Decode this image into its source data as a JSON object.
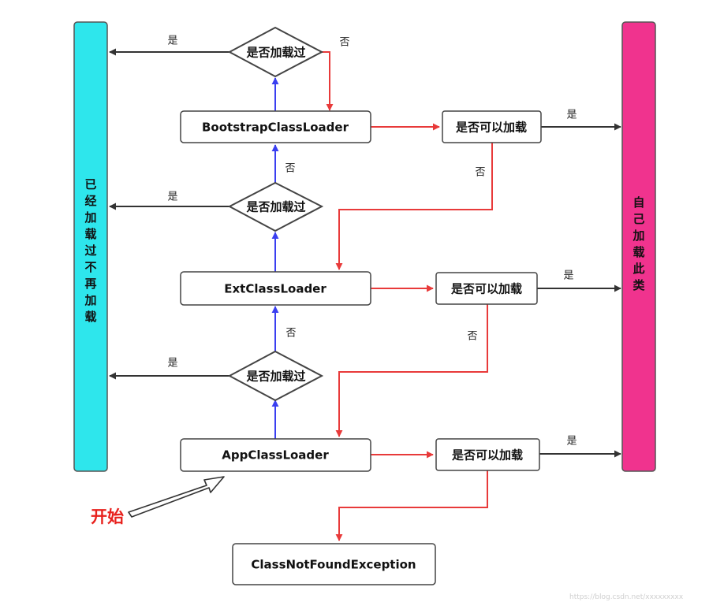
{
  "labels": {
    "bootstrap": "BootstrapClassLoader",
    "ext": "ExtClassLoader",
    "app": "AppClassLoader",
    "not_found": "ClassNotFoundException",
    "loaded_check": "是否加载过",
    "can_load": "是否可以加载",
    "yes": "是",
    "no": "否",
    "start": "开始",
    "left_bar": [
      "已",
      "经",
      "加",
      "载",
      "过",
      "不",
      "再",
      "加",
      "载"
    ],
    "right_bar": [
      "自",
      "己",
      "加",
      "载",
      "此",
      "类"
    ],
    "watermark": "https://blog.csdn.net/xxxxxxxxx"
  },
  "colors": {
    "left_bar": "#2ee6ec",
    "right_bar": "#f0338e",
    "blue_arrow": "#3a3ff0",
    "red_arrow": "#e83a3a",
    "black_arrow": "#333333",
    "start_text": "#e8211d"
  }
}
